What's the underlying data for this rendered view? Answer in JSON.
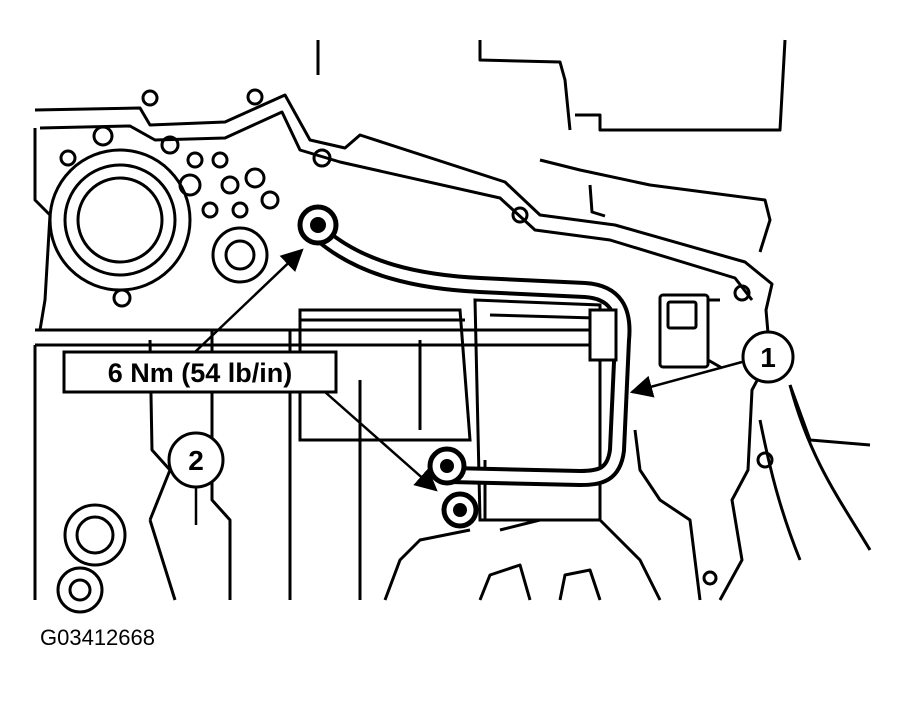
{
  "torque_spec": "6 Nm (54 lb/in)",
  "callouts": {
    "part_1": "1",
    "part_2": "2"
  },
  "figure_id": "G03412668"
}
